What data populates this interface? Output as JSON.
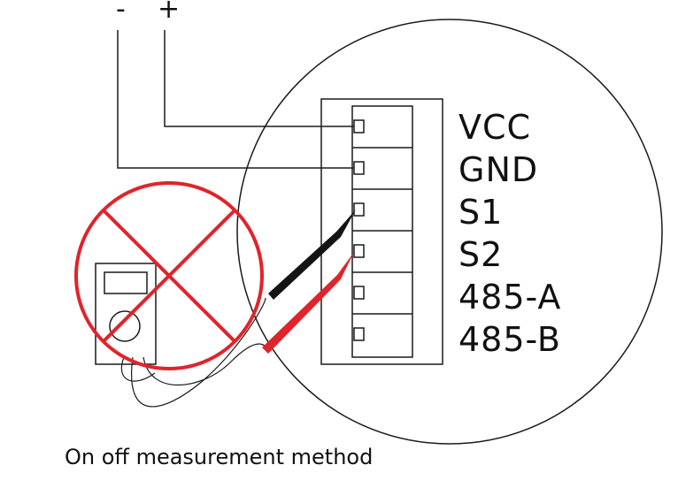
{
  "polarity": {
    "minus": "-",
    "plus": "+"
  },
  "terminals": [
    "VCC",
    "GND",
    "S1",
    "S2",
    "485-A",
    "485-B"
  ],
  "caption": "On off measurement method",
  "colors": {
    "line": "#1a1a1a",
    "prohibit": "#e0242c",
    "probe_black": "#141414",
    "probe_red": "#e0242c"
  },
  "icons": [
    "prohibited-sign-icon",
    "multimeter-icon",
    "black-probe-icon",
    "red-probe-icon"
  ]
}
